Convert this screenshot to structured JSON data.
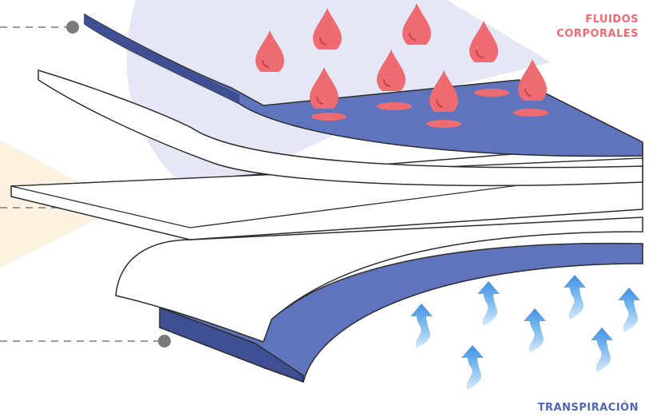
{
  "labels": {
    "fluids_line1": "FLUIDOS",
    "fluids_line2": "CORPORALES",
    "transpiration": "TRANSPIRACIÓN"
  },
  "colors": {
    "layer_blue": "#5f74bd",
    "layer_blue_edge": "#3e4f93",
    "layer_white": "#ffffff",
    "outline": "#2d2d2d",
    "drop_red": "#ef6b72",
    "arrow_blue": "#5aa7ea",
    "halo_lavender": "#e6e7f6",
    "halo_cream": "#fdf1df",
    "leader_gray": "#7a7a7a"
  },
  "icons": {
    "fluid_drop": "drop-icon",
    "vapor_arrow": "wavy-up-arrow-icon"
  }
}
